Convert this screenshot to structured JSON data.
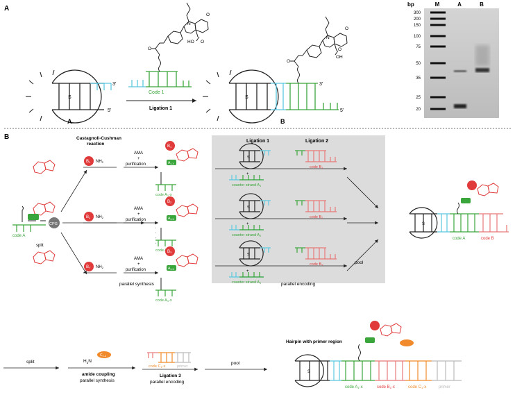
{
  "panel_a": {
    "label": "A",
    "code1": "Code 1",
    "ligation1": "Ligation 1",
    "label_a": "A",
    "label_b": "B",
    "end3_a": "3'",
    "end5_a": "5'",
    "end3_b": "3'",
    "end5_b": "5'",
    "s_a": "S",
    "s_b": "S",
    "mol": {
      "n": "N",
      "o": "O",
      "oh": "OH",
      "ho": "HO"
    }
  },
  "gel": {
    "bp": "bp",
    "lanes": [
      "M",
      "A",
      "B"
    ],
    "markers": [
      "300",
      "200",
      "150",
      "100",
      "75",
      "50",
      "35",
      "25",
      "20"
    ]
  },
  "panel_b": {
    "label": "B",
    "cc_title1": "Castagnoli-Cushman",
    "cc_title2": "reaction",
    "ama1": "AMA",
    "plus": "+",
    "purification": "purification",
    "b1": "B",
    "b1_sub": "1",
    "b2_sub": "2",
    "by_sub": "Y",
    "nh2": "NH",
    "nh2_sub": "2",
    "a1x": "A",
    "a1x_sub": "1-X",
    "cpg": "CPG",
    "split": "split",
    "code_a1x": "code A",
    "code_a1x_sub": "1",
    "code_suffix": "-x",
    "parallel_synthesis": "parallel synthesis",
    "parallel_encoding": "parallel encoding",
    "ligation1": "Ligation 1",
    "ligation2": "Ligation 2",
    "code_b1": "code B",
    "code_b1_sub": "1",
    "code_b2_sub": "2",
    "code_by_sub": "Y",
    "counter_a1": "counter strand A",
    "counter_a1_sub": "1",
    "counter_a2_sub": "2",
    "counter_ax_sub": "1",
    "pool": "pool",
    "code_a1x_final": "code A",
    "code_b1x_final": "code B",
    "dots": ". . . . .",
    "s": "S"
  },
  "panel_c": {
    "split": "split",
    "h2n": "H",
    "h2n_sub": "2",
    "h2n_n": "N",
    "c1z": "C",
    "c1z_sub": "1-Z",
    "amide_coupling": "amide coupling",
    "parallel_synthesis": "parallel synthesis",
    "code_c1x": "code C",
    "code_c1x_sub": "1",
    "primer": "primer",
    "ligation3": "Ligation 3",
    "parallel_encoding": "parallel encoding",
    "pool": "pool",
    "hairpin": "Hairpin with primer region",
    "code_a": "code A",
    "code_b": "code B",
    "code_c": "code C",
    "sub1": "1",
    "suffix": "-x",
    "s": "S"
  },
  "colors": {
    "green": "#3aa53a",
    "red": "#e03a3a",
    "pink": "#e87878",
    "cyan": "#5ac8e0",
    "orange": "#f08a2a",
    "gray": "#b0b0b0",
    "panel_gray": "#dcdcdc",
    "gel_bg": "#c8c8c8"
  }
}
